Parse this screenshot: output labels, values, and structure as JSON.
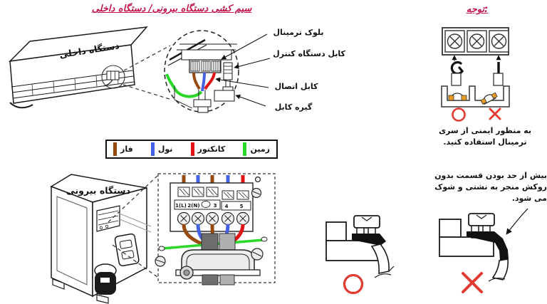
{
  "page": {
    "title": "سیم کشی دستگاه بیرونی/ دستگاه داخلی",
    "background": "#ffffff"
  },
  "wiring_diagram": {
    "indoor_unit_label": "دستگاه داخلی",
    "outdoor_unit_label": "دستگاه بیرونی",
    "callouts": {
      "terminal_block": "بلوک ترمینال",
      "control_cable": "کابل دستگاه کنترل",
      "connection_cable": "کابل اتصال",
      "cable_clamp": "گیره کابل"
    },
    "terminal_labels": {
      "t1": "1(L)",
      "t2": "2(N)",
      "t3": "3",
      "t4": "4",
      "t5": "5"
    }
  },
  "legend": {
    "items": [
      {
        "label": "فاز",
        "color": "#964a10"
      },
      {
        "label": "نول",
        "color": "#4462e4"
      },
      {
        "label": "کانکتور",
        "color": "#e01414"
      },
      {
        "label": "زمین",
        "color": "#2ad82a"
      }
    ]
  },
  "notes": {
    "title": "توجه:",
    "safety_note": "به منظور ایمنی از سری ترمینال استفاده کنید.",
    "stripping_note": "بیش از حد بودن قسمت بدون روکش منجر به نشتی و شوک می شود."
  },
  "colors": {
    "heading_red": "#c2164a",
    "mark_red": "#e23a30",
    "phase_brown": "#964a10",
    "neutral_blue": "#4462e4",
    "connector_red": "#e01414",
    "ground_green": "#2ad82a",
    "lug_orange": "#e89c22"
  }
}
